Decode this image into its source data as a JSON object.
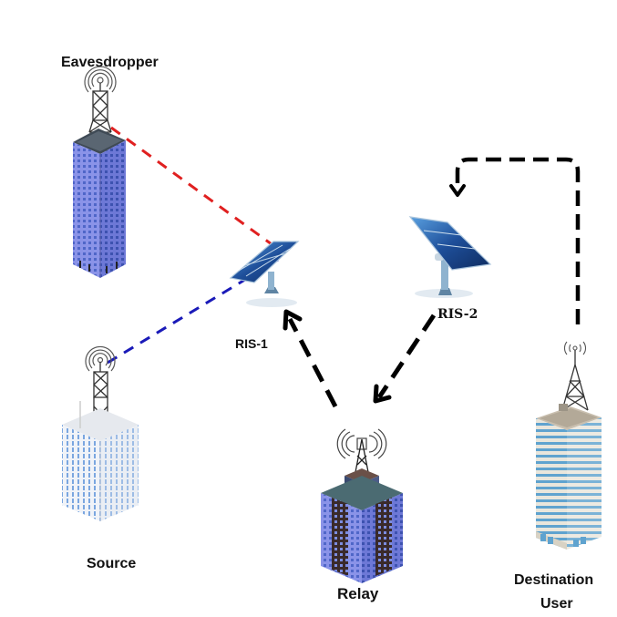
{
  "diagram": {
    "nodes": {
      "eavesdropper": {
        "label": "Eavesdropper",
        "type": "building-with-tower"
      },
      "source": {
        "label": "Source",
        "type": "building-with-tower"
      },
      "relay": {
        "label": "Relay",
        "type": "building-with-tower"
      },
      "destination": {
        "label_line1": "Destination",
        "label_line2": "User",
        "type": "building-with-tower"
      },
      "ris1": {
        "label": "RIS-1",
        "type": "reconfigurable-intelligent-surface"
      },
      "ris2": {
        "label": "RIS-2",
        "type": "reconfigurable-intelligent-surface"
      }
    },
    "links": [
      {
        "from": "eavesdropper",
        "to": "ris1",
        "style": "dashed",
        "color": "#e02020"
      },
      {
        "from": "source",
        "to": "ris1",
        "style": "dashed",
        "color": "#1a1ab8"
      },
      {
        "from": "relay",
        "to": "ris1",
        "style": "dashed-arrow",
        "color": "#000000"
      },
      {
        "from": "ris2",
        "to": "relay",
        "style": "dashed-arrow",
        "color": "#000000"
      },
      {
        "from": "destination",
        "to": "ris2",
        "style": "dashed-arrow-elbow",
        "color": "#000000"
      }
    ]
  }
}
